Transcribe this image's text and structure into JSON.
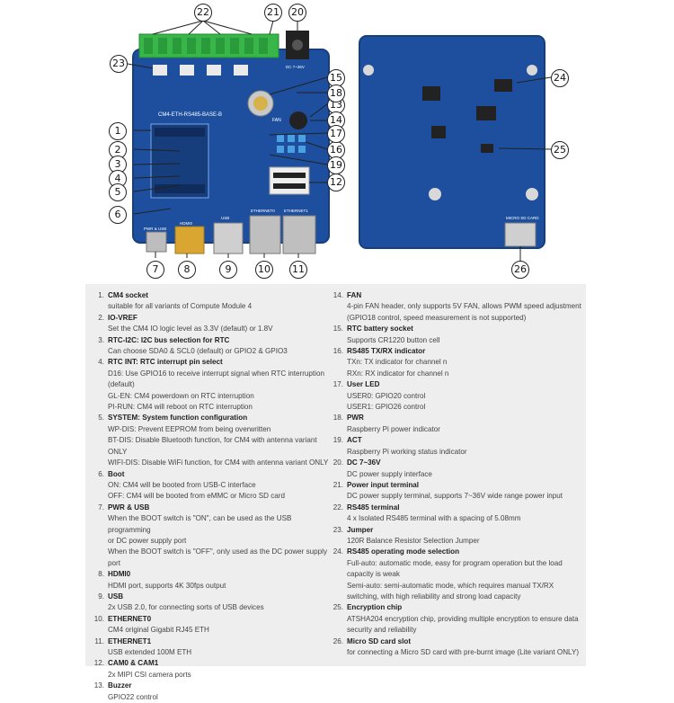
{
  "figure": {
    "board_left_silkscreen": "CM4-ETH-RS485-BASE-B",
    "labels_small": [
      "FAN",
      "PWR & USB",
      "HDMI0",
      "USB",
      "ETHERNET0",
      "ETHERNET1",
      "DC 7~36V",
      "MICRO SD CARD"
    ],
    "callouts_left": [
      "1",
      "2",
      "3",
      "4",
      "5",
      "6",
      "7",
      "8",
      "9",
      "10",
      "11",
      "12",
      "13",
      "14",
      "15",
      "16",
      "17",
      "18",
      "19",
      "20",
      "21",
      "22",
      "23"
    ],
    "callouts_right": [
      "24",
      "25",
      "26"
    ]
  },
  "legend": {
    "left": [
      {
        "n": "1.",
        "title": "CM4 socket",
        "desc": [
          "suitable for all variants of Compute Module 4"
        ]
      },
      {
        "n": "2.",
        "title": "IO-VREF",
        "desc": [
          "Set the CM4 IO logic level as 3.3V (default) or 1.8V"
        ]
      },
      {
        "n": "3.",
        "title": "RTC-I2C: I2C bus selection for RTC",
        "desc": [
          "Can choose SDA0 & SCL0 (default) or GPIO2 & GPIO3"
        ]
      },
      {
        "n": "4.",
        "title": "RTC INT: RTC interrupt pin select",
        "desc": [
          "D16: Use GPIO16 to receive interrupt signal when RTC interruption",
          "(default)",
          "GL-EN: CM4 powerdown on RTC interruption",
          "PI-RUN: CM4 will reboot on RTC interruption"
        ]
      },
      {
        "n": "5.",
        "title": "SYSTEM: System function configuration",
        "desc": [
          "WP-DIS: Prevent EEPROM from being overwritten",
          "BT-DIS: Disable Bluetooth function, for CM4 with antenna variant ONLY",
          "WIFI-DIS: Disable WiFi function, for CM4 with antenna variant ONLY"
        ]
      },
      {
        "n": "6.",
        "title": "Boot",
        "desc": [
          "ON: CM4 will be booted from USB-C interface",
          "OFF: CM4 will be booted from eMMC or Micro SD card"
        ]
      },
      {
        "n": "7.",
        "title": "PWR & USB",
        "desc": [
          "When the BOOT switch is \"ON\", can be used as the USB programming",
          "or DC power supply port",
          "When the BOOT switch is \"OFF\", only used as the DC power supply port"
        ]
      },
      {
        "n": "8.",
        "title": "HDMI0",
        "desc": [
          "HDMI port, supports 4K 30fps output"
        ]
      },
      {
        "n": "9.",
        "title": "USB",
        "desc": [
          "2x USB 2.0, for connecting sorts of USB devices"
        ]
      },
      {
        "n": "10.",
        "title": "ETHERNET0",
        "desc": [
          "CM4 original Gigabit RJ45 ETH"
        ]
      },
      {
        "n": "11.",
        "title": "ETHERNET1",
        "desc": [
          "USB extended 100M ETH"
        ]
      },
      {
        "n": "12.",
        "title": "CAM0 & CAM1",
        "desc": [
          "2x MIPI CSI camera ports"
        ]
      },
      {
        "n": "13.",
        "title": "Buzzer",
        "desc": [
          "GPIO22 control"
        ]
      }
    ],
    "right": [
      {
        "n": "14.",
        "title": "FAN",
        "desc": [
          "4-pin FAN header, only supports 5V FAN, allows PWM speed adjustment",
          "(GPIO18 control, speed measurement is not supported)"
        ]
      },
      {
        "n": "15.",
        "title": "RTC battery socket",
        "desc": [
          "Supports CR1220 button cell"
        ]
      },
      {
        "n": "16.",
        "title": "RS485 TX/RX indicator",
        "desc": [
          "TXn: TX indicator for channel n",
          "RXn: RX indicator for channel n"
        ]
      },
      {
        "n": "17.",
        "title": "User LED",
        "desc": [
          "USER0: GPIO20 control",
          "USER1: GPIO26 control"
        ]
      },
      {
        "n": "18.",
        "title": "PWR",
        "desc": [
          "Raspberry Pi power indicator"
        ]
      },
      {
        "n": "19.",
        "title": "ACT",
        "desc": [
          "Raspberry Pi working status indicator"
        ]
      },
      {
        "n": "20.",
        "title": "DC 7~36V",
        "desc": [
          "DC power supply interface"
        ]
      },
      {
        "n": "21.",
        "title": "Power input terminal",
        "desc": [
          "DC power supply terminal, supports 7~36V wide range power input"
        ]
      },
      {
        "n": "22.",
        "title": "RS485 terminal",
        "desc": [
          "4 x Isolated RS485 terminal with a spacing of 5.08mm"
        ]
      },
      {
        "n": "23.",
        "title": "Jumper",
        "desc": [
          "120R Balance Resistor Selection Jumper"
        ]
      },
      {
        "n": "24.",
        "title": "RS485 operating mode selection",
        "desc": [
          "Full-auto: automatic mode, easy for program operation but the load",
          "capacity is weak",
          "Semi-auto: semi-automatic mode, which requires manual TX/RX",
          "switching, with high reliability and strong load capacity"
        ]
      },
      {
        "n": "25.",
        "title": "Encryption chip",
        "desc": [
          "ATSHA204 encryption chip, providing multiple encryption to ensure data",
          "security and reliability"
        ]
      },
      {
        "n": "26.",
        "title": "Micro SD card slot",
        "desc": [
          "for connecting a Micro SD card with pre-burnt image (Lite variant ONLY)"
        ]
      }
    ]
  }
}
